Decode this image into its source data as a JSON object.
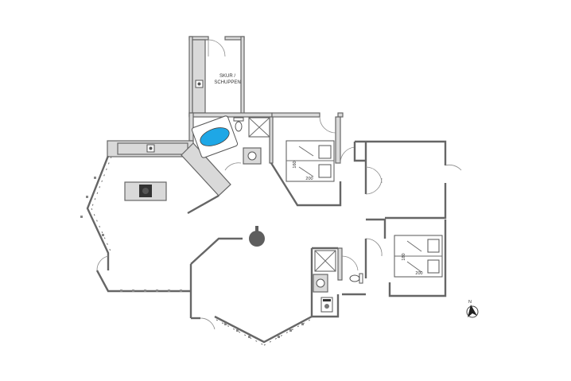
{
  "shed": {
    "label_line1": "SKUR /",
    "label_line2": "SCHUPPEN"
  },
  "bedroom_1": {
    "bed_width": "160",
    "bed_length": "200"
  },
  "bedroom_2": {
    "bed_width": "180",
    "bed_length": "200"
  },
  "compass": {
    "north_label": "N"
  },
  "colors": {
    "wall": "#d9d9d9",
    "wall_outline": "#666666",
    "bathtub_water": "#1ea7e6"
  }
}
